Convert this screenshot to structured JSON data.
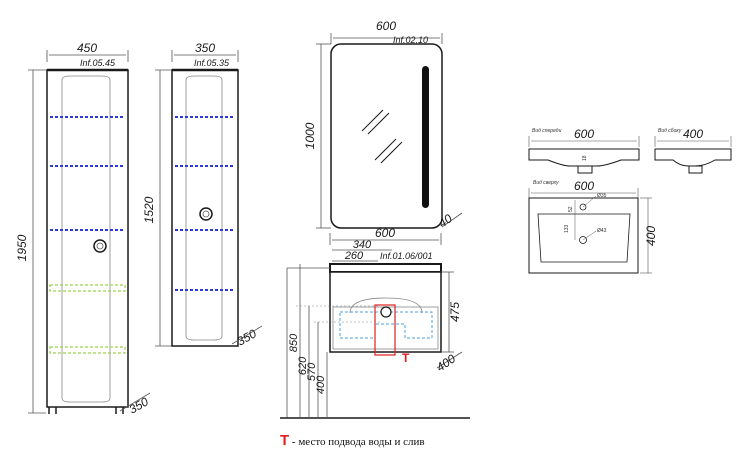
{
  "pencil_case_large": {
    "width": "450",
    "height": "1950",
    "depth": "350",
    "code": "Inf.05.45"
  },
  "pencil_case_small": {
    "width": "350",
    "height": "1520",
    "depth": "350",
    "code": "Inf.05.35"
  },
  "mirror": {
    "width": "600",
    "height": "1000",
    "depth": "40",
    "code": "Inf.02.10"
  },
  "vanity": {
    "width": "600",
    "width_inner": "340",
    "width_offset": "260",
    "height": "475",
    "depth": "400",
    "code": "Inf.01.06/001",
    "levels": [
      "850",
      "620",
      "570",
      "400"
    ]
  },
  "basin_views": {
    "front": {
      "label": "Вид спереди",
      "width": "600",
      "depth_mark": "18"
    },
    "side": {
      "label": "Вид сбоку",
      "width": "400"
    },
    "top": {
      "label": "Вид сверху",
      "width": "600",
      "depth": "400",
      "marks": [
        "52",
        "133",
        "Ø35",
        "Ø43"
      ]
    }
  },
  "legend": {
    "mark": "Т",
    "text": " - место подвода воды и слив"
  },
  "colors": {
    "outline": "#1a1a1a",
    "dimension": "#555555",
    "shelf": "#2f3bd6",
    "drawer": "#9ad24a",
    "pipe": "#e02020",
    "cutout": "#4aa3e0"
  }
}
